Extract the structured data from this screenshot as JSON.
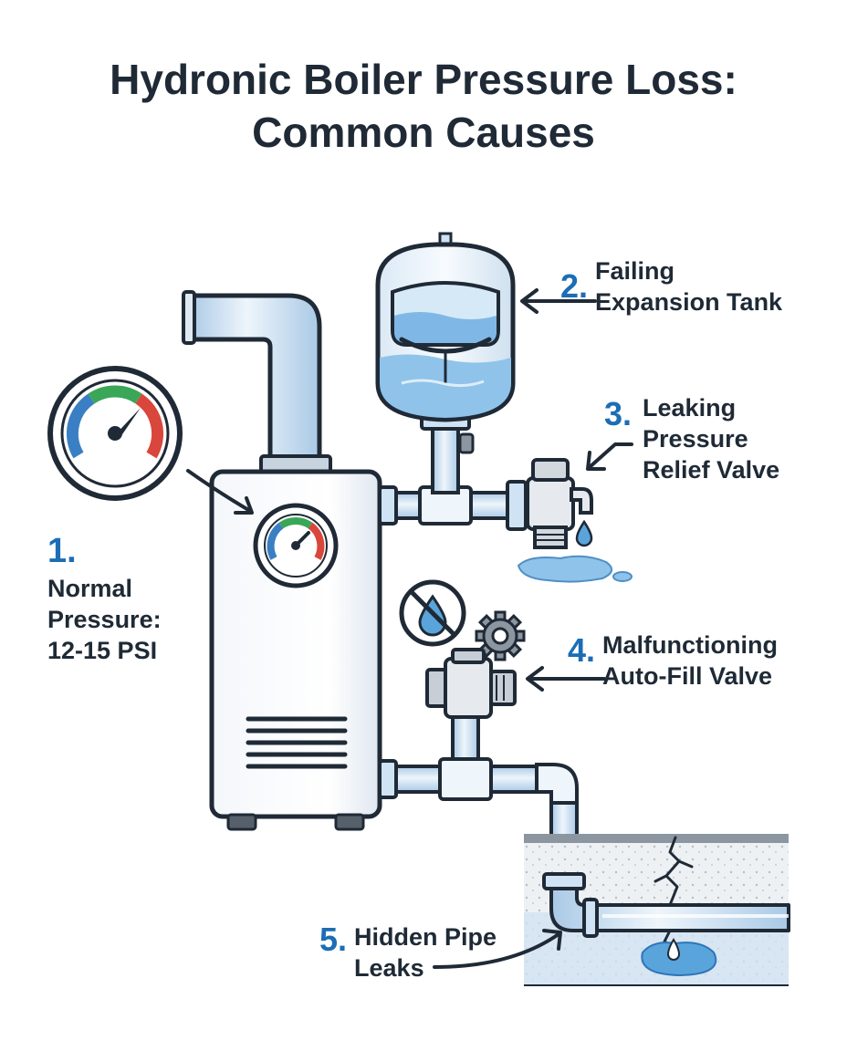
{
  "title": {
    "line1": "Hydronic Boiler Pressure Loss:",
    "line2": "Common Causes"
  },
  "callouts": [
    {
      "number": "1.",
      "lines": [
        "Normal",
        "Pressure:",
        "12-15 PSI"
      ]
    },
    {
      "number": "2.",
      "lines": [
        "Failing",
        "Expansion Tank"
      ]
    },
    {
      "number": "3.",
      "lines": [
        "Leaking",
        "Pressure",
        "Relief Valve"
      ]
    },
    {
      "number": "4.",
      "lines": [
        "Malfunctioning",
        "Auto-Fill Valve"
      ]
    },
    {
      "number": "5.",
      "lines": [
        "Hidden Pipe",
        "Leaks"
      ]
    }
  ],
  "colors": {
    "accent": "#1c6db5",
    "outline": "#1f2a36",
    "water": "#8fc3ea",
    "pipe": "#cfe3f4",
    "gauge_green": "#3aa657",
    "gauge_blue": "#3a7fc4",
    "gauge_red": "#d9463b"
  },
  "icons": [
    "pressure-gauge-icon",
    "no-water-icon",
    "gear-icon",
    "drip-icon",
    "crack-icon"
  ]
}
